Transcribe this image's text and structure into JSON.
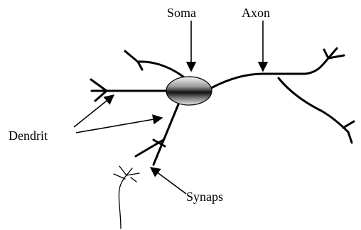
{
  "diagram": {
    "labels": {
      "soma": "Soma",
      "axon": "Axon",
      "dendrit": "Dendrit",
      "synaps": "Synaps"
    },
    "colors": {
      "ink": "#000000",
      "soma_light": "#f2f2f2",
      "soma_dark": "#1a1a1a"
    }
  }
}
